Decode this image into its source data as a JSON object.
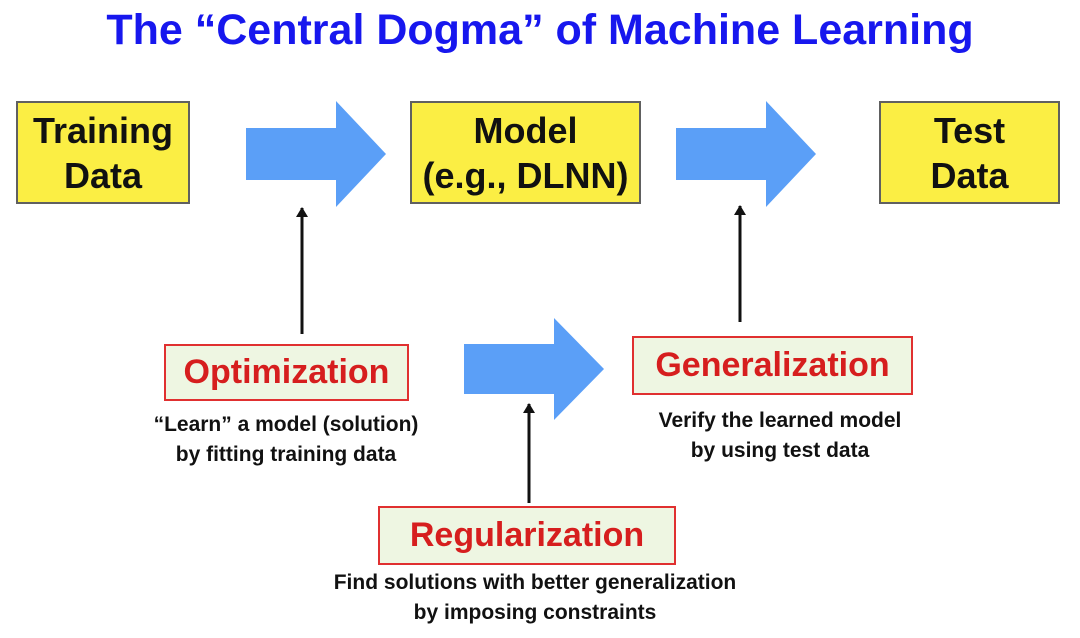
{
  "title": "The “Central Dogma” of Machine Learning",
  "boxes": {
    "training_data": [
      "Training",
      "Data"
    ],
    "model": [
      "Model",
      "(e.g., DLNN)"
    ],
    "test_data": [
      "Test",
      "Data"
    ]
  },
  "concepts": {
    "optimization": {
      "label": "Optimization",
      "description": [
        "“Learn” a model (solution)",
        "by fitting training data"
      ]
    },
    "generalization": {
      "label": "Generalization",
      "description": [
        "Verify the learned model",
        "by using test data"
      ]
    },
    "regularization": {
      "label": "Regularization",
      "description": [
        "Find solutions with better generalization",
        "by imposing constraints"
      ]
    }
  },
  "colors": {
    "title": "#1717ee",
    "data_box_fill": "#fbee44",
    "concept_label": "#d61e1e",
    "concept_box_fill": "#eef6e2",
    "flow_arrow": "#5b9ff7"
  }
}
